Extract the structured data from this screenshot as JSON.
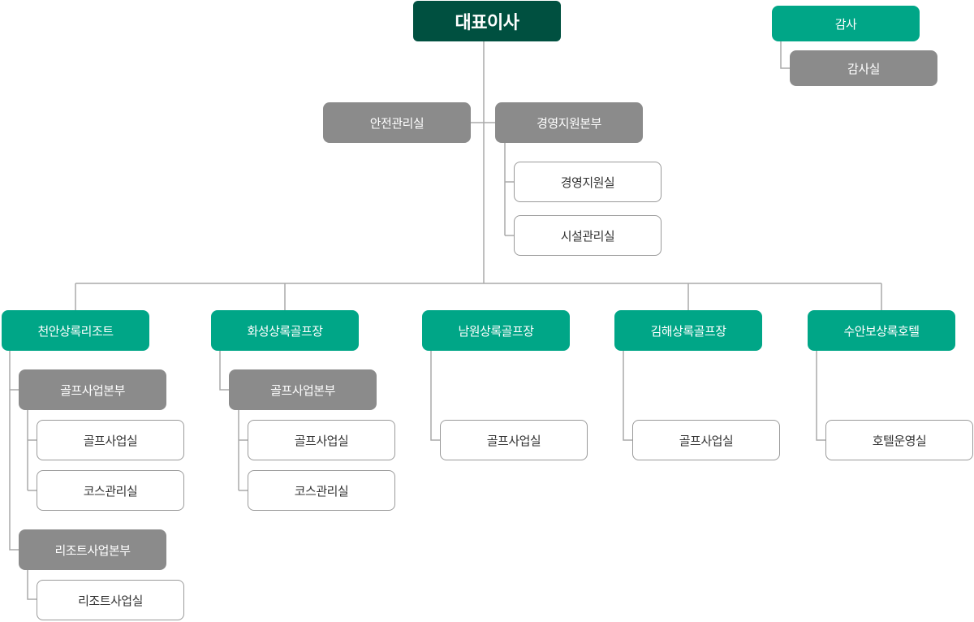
{
  "ceo": "대표이사",
  "audit": {
    "title": "감사",
    "office": "감사실"
  },
  "safety_office": "안전관리실",
  "management": {
    "title": "경영지원본부",
    "offices": [
      "경영지원실",
      "시설관리실"
    ]
  },
  "branches": [
    {
      "name": "천안상록리조트",
      "divisions": [
        {
          "title": "골프사업본부",
          "offices": [
            "골프사업실",
            "코스관리실"
          ]
        },
        {
          "title": "리조트사업본부",
          "offices": [
            "리조트사업실"
          ]
        }
      ]
    },
    {
      "name": "화성상록골프장",
      "divisions": [
        {
          "title": "골프사업본부",
          "offices": [
            "골프사업실",
            "코스관리실"
          ]
        }
      ]
    },
    {
      "name": "남원상록골프장",
      "offices": [
        "골프사업실"
      ]
    },
    {
      "name": "김해상록골프장",
      "offices": [
        "골프사업실"
      ]
    },
    {
      "name": "수안보상록호텔",
      "offices": [
        "호텔운영실"
      ]
    }
  ]
}
